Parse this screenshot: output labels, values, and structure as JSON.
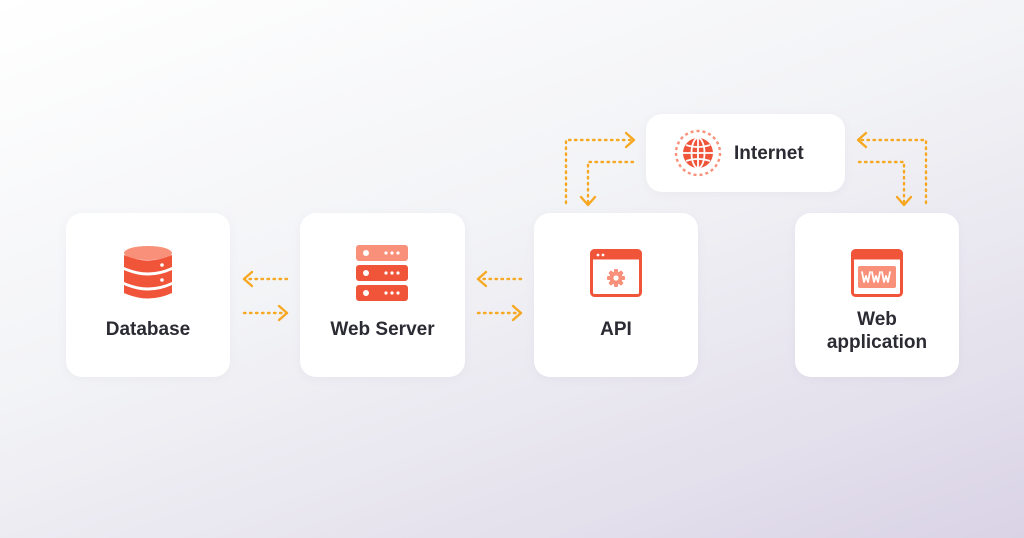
{
  "nodes": {
    "database": {
      "label": "Database",
      "icon": "database-icon"
    },
    "web_server": {
      "label": "Web Server",
      "icon": "server-rack-icon"
    },
    "api": {
      "label": "API",
      "icon": "api-window-gear-icon"
    },
    "internet": {
      "label": "Internet",
      "icon": "globe-icon"
    },
    "web_application": {
      "label_line1": "Web",
      "label_line2": "application",
      "icon": "www-browser-icon"
    }
  },
  "colors": {
    "icon_primary": "#f0553a",
    "icon_light": "#f8907a",
    "arrow": "#f7a823",
    "card": "#ffffff",
    "text": "#2b2b33"
  },
  "connections": [
    {
      "from": "web_server",
      "to": "database"
    },
    {
      "from": "database",
      "to": "web_server"
    },
    {
      "from": "api",
      "to": "web_server"
    },
    {
      "from": "web_server",
      "to": "api"
    },
    {
      "from": "api",
      "to": "internet"
    },
    {
      "from": "internet",
      "to": "api"
    },
    {
      "from": "web_application",
      "to": "internet"
    },
    {
      "from": "internet",
      "to": "web_application"
    }
  ]
}
